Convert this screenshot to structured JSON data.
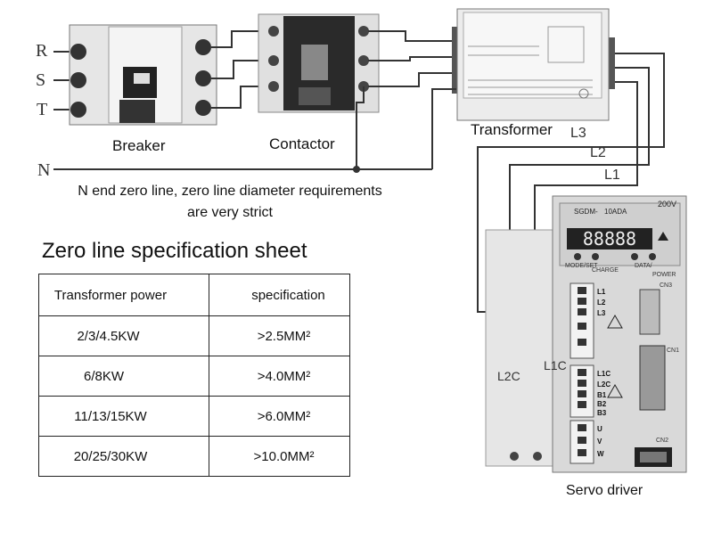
{
  "phases": {
    "r": "R",
    "s": "S",
    "t": "T",
    "n": "N"
  },
  "captions": {
    "breaker": "Breaker",
    "contactor": "Contactor",
    "transformer": "Transformer",
    "servo_driver": "Servo driver"
  },
  "line_labels": {
    "l3": "L3",
    "l2": "L2",
    "l1": "L1",
    "l1c": "L1C",
    "l2c": "L2C"
  },
  "note": {
    "line1": "N end zero line, zero line diameter requirements",
    "line2": "are very strict"
  },
  "servo": {
    "model": "SGDM-",
    "rating": "10ADA",
    "voltage": "200V",
    "display": "88888",
    "terminals_top": [
      "L1",
      "L2",
      "L3"
    ],
    "terminals_mid": [
      "L1C",
      "L2C",
      "B1",
      "B2",
      "B3"
    ],
    "terminals_bottom": [
      "U",
      "V",
      "W"
    ],
    "panel_labels": {
      "mode": "MODE/SET",
      "charge": "CHARGE",
      "data": "DATA/",
      "power": "POWER",
      "cn3": "CN3",
      "cn1": "CN1",
      "cn2": "CN2"
    }
  },
  "spec_sheet": {
    "title": "Zero line specification sheet",
    "headers": [
      "Transformer power",
      "specification"
    ],
    "rows": [
      [
        "2/3/4.5KW",
        ">2.5MM²"
      ],
      [
        "6/8KW",
        ">4.0MM²"
      ],
      [
        "11/13/15KW",
        ">6.0MM²"
      ],
      [
        "20/25/30KW",
        ">10.0MM²"
      ]
    ]
  }
}
